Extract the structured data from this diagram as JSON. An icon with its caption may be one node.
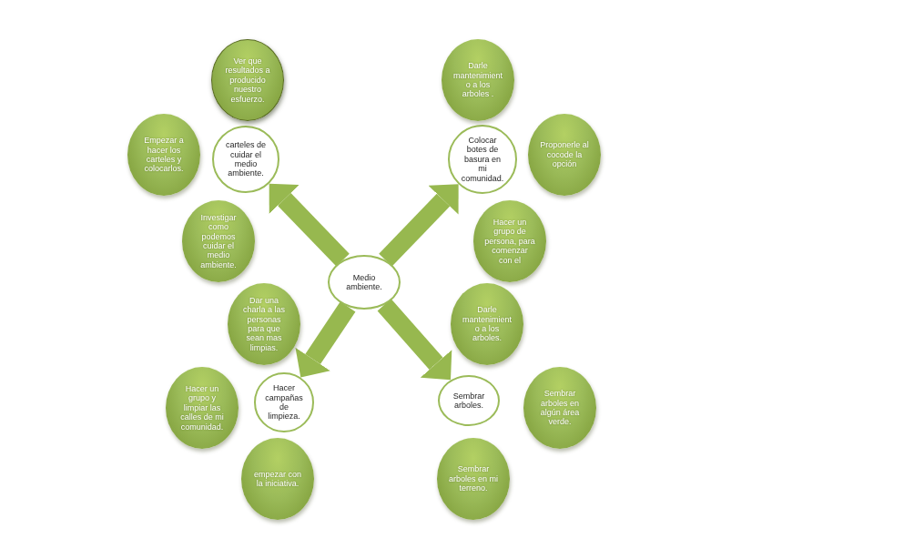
{
  "diagram": {
    "nodes": [
      {
        "text": [
          "Medio ambiente."
        ]
      },
      {
        "text": [
          "carteles de cuidar el medio ambiente."
        ]
      },
      {
        "text": [
          "Ver que resultados a producido nuestro esfuerzo."
        ]
      },
      {
        "text": [
          "Empezar a hacer los carteles y colocarlos."
        ]
      },
      {
        "text": [
          "Investigar como podemos cuidar el medio ambiente."
        ]
      },
      {
        "text": [
          "Colocar botes de basura en mi comunidad."
        ]
      },
      {
        "text": [
          "Darle mantenimiento a los arboles ."
        ]
      },
      {
        "text": [
          "Proponerle al cocode la opción"
        ]
      },
      {
        "text": [
          "Hacer un grupo de persona, para comenzar con el"
        ]
      },
      {
        "text": [
          "Hacer campañas de limpieza."
        ]
      },
      {
        "text": [
          "Dar una charla a las personas para que sean mas limpias."
        ]
      },
      {
        "text": [
          "Hacer un grupo y limpiar las calles de mi comunidad."
        ]
      },
      {
        "text": [
          "empezar con la iniciativa."
        ]
      },
      {
        "text": [
          "Sembrar arboles."
        ]
      },
      {
        "text": [
          "Darle mantenimiento a los arboles."
        ]
      },
      {
        "text": [
          "Sembrar arboles en algún área verde."
        ]
      },
      {
        "text": [
          "Sembrar arboles en mi terreno."
        ]
      }
    ],
    "edges": [
      {
        "from": 0,
        "to": 1,
        "arrow": "to"
      },
      {
        "from": 0,
        "to": 5,
        "arrow": "to"
      },
      {
        "from": 0,
        "to": 9,
        "arrow": "to"
      },
      {
        "from": 0,
        "to": 13,
        "arrow": "to"
      }
    ]
  }
}
